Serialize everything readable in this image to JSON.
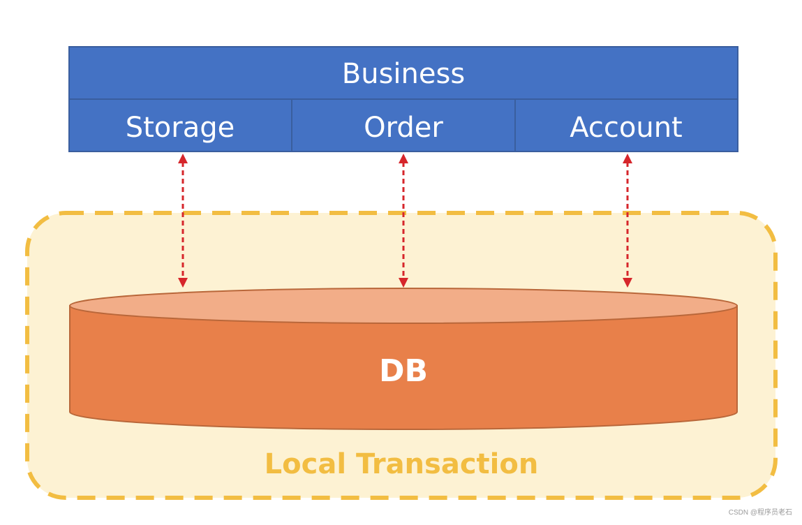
{
  "diagram": {
    "business_label": "Business",
    "services": [
      "Storage",
      "Order",
      "Account"
    ],
    "db_label": "DB",
    "transaction_label": "Local Transaction"
  },
  "watermark": "CSDN @程序员老石",
  "colors": {
    "header_blue": "#4472c4",
    "header_border": "#3a5e9e",
    "db_orange": "#e8804a",
    "db_top": "#f2ad88",
    "db_stroke": "#b9673a",
    "transaction_fill": "#fdf2d3",
    "transaction_border": "#f2bd42",
    "transaction_text": "#f2bd42",
    "arrow_red": "#d6262b"
  }
}
